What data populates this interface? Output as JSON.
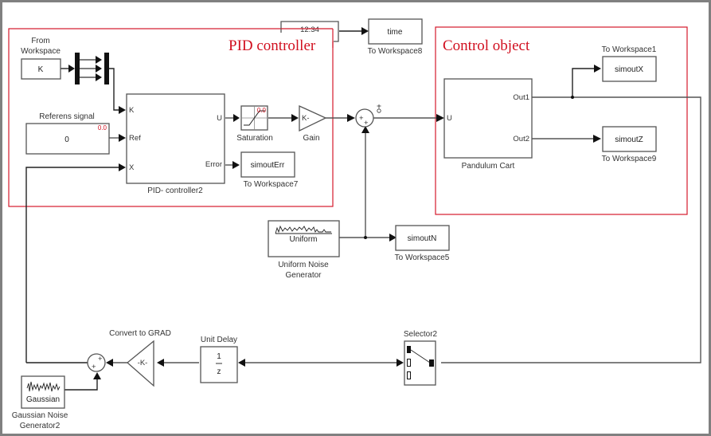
{
  "diagram": {
    "groups": {
      "pid": {
        "title": "PID controller"
      },
      "control": {
        "title": "Control object"
      }
    },
    "blocks": {
      "from_workspace": {
        "label": "From\nWorkspace",
        "label_lines": [
          "From",
          "Workspace"
        ],
        "content": "K"
      },
      "referens": {
        "label": "Referens signal",
        "content": "0",
        "badge": "0.0"
      },
      "pid": {
        "label": "PID- controller2",
        "in_ports": [
          "K",
          "Ref",
          "X"
        ],
        "out_ports": [
          "U",
          "Error"
        ]
      },
      "saturation": {
        "label": "Saturation",
        "badge": "0.0"
      },
      "gain": {
        "label": "Gain",
        "content": "K-"
      },
      "sum_top": {
        "signs": "+ +"
      },
      "digital_clock": {
        "content": "12:34"
      },
      "to_ws8": {
        "label": "To Workspace8",
        "content": "time"
      },
      "to_ws7": {
        "label": "To Workspace7",
        "content": "simoutErr"
      },
      "pendulum": {
        "label": "Pandulum Cart",
        "in_ports": [
          "U"
        ],
        "out_ports": [
          "Out1",
          "Out2"
        ]
      },
      "to_ws1": {
        "label": "To Workspace1",
        "content": "simoutX"
      },
      "to_ws9": {
        "label": "To Workspace9",
        "content": "simoutZ"
      },
      "uniform": {
        "label_lines": [
          "Uniform Noise",
          "Generator"
        ],
        "content": "Uniform"
      },
      "to_ws5": {
        "label": "To Workspace5",
        "content": "simoutN"
      },
      "selector": {
        "label": "Selector2"
      },
      "unit_delay": {
        "label": "Unit Delay",
        "num": "1",
        "den": "z"
      },
      "convert": {
        "label": "Convert to GRAD",
        "content": "-K-"
      },
      "sum_bottom": {
        "signs": "+ +"
      },
      "gaussian": {
        "label_lines": [
          "Gaussian Noise",
          "Generator2"
        ],
        "content": "Gaussian"
      }
    }
  }
}
